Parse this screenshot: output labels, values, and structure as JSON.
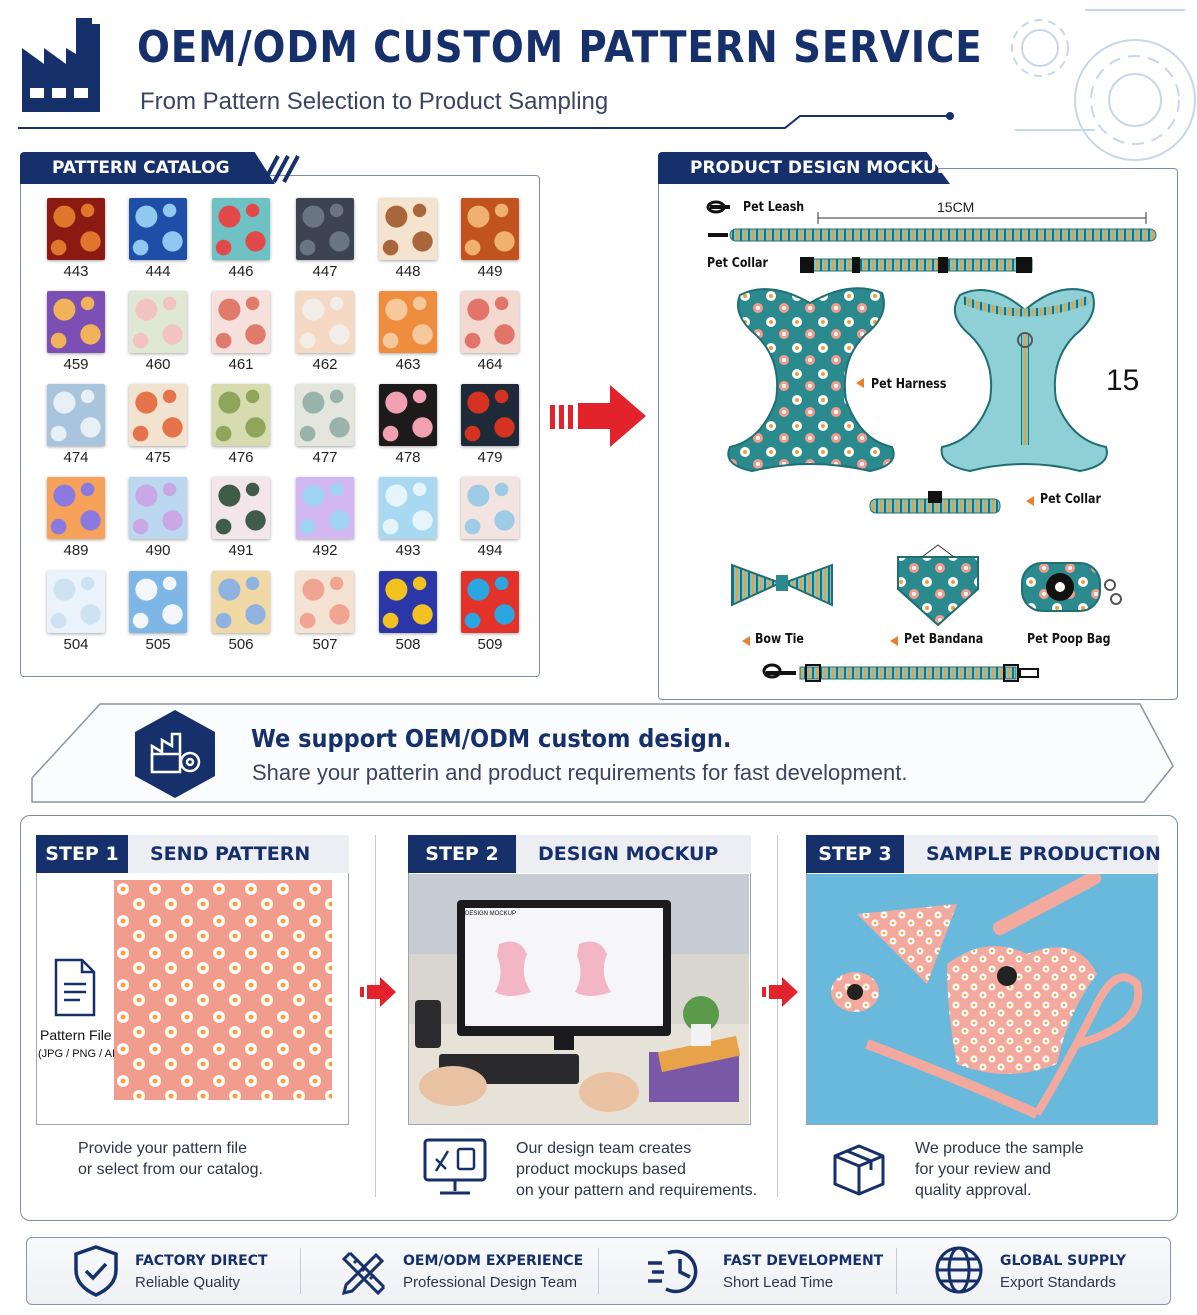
{
  "header": {
    "title": "OEM/ODM CUSTOM PATTERN SERVICE",
    "subtitle": "From Pattern Selection to Product Sampling"
  },
  "catalog": {
    "tab_label": "PATTERN CATALOG",
    "patterns": [
      {
        "id": "443",
        "colors": [
          "#8b1a12",
          "#e0762c"
        ]
      },
      {
        "id": "444",
        "colors": [
          "#1e4fa8",
          "#8fc8f0"
        ]
      },
      {
        "id": "446",
        "colors": [
          "#6fc2c4",
          "#e24a4a"
        ]
      },
      {
        "id": "447",
        "colors": [
          "#3b4450",
          "#6a7583"
        ]
      },
      {
        "id": "448",
        "colors": [
          "#f4e4cf",
          "#a8663a"
        ]
      },
      {
        "id": "449",
        "colors": [
          "#c1531f",
          "#f0b070"
        ]
      },
      {
        "id": "459",
        "colors": [
          "#7b4fb3",
          "#f0b35a"
        ]
      },
      {
        "id": "460",
        "colors": [
          "#dfe8d4",
          "#f3c2c2"
        ]
      },
      {
        "id": "461",
        "colors": [
          "#f7e1dc",
          "#e07a6a"
        ]
      },
      {
        "id": "462",
        "colors": [
          "#f6d9c4",
          "#f2ede6"
        ]
      },
      {
        "id": "463",
        "colors": [
          "#ef8d3e",
          "#f7c89c"
        ]
      },
      {
        "id": "464",
        "colors": [
          "#f3d9d0",
          "#e27569"
        ]
      },
      {
        "id": "474",
        "colors": [
          "#a9c4dd",
          "#e8f0f6"
        ]
      },
      {
        "id": "475",
        "colors": [
          "#f1e3cf",
          "#e5744a"
        ]
      },
      {
        "id": "476",
        "colors": [
          "#d7dbb0",
          "#8fa55a"
        ]
      },
      {
        "id": "477",
        "colors": [
          "#e4e6de",
          "#9ab3aa"
        ]
      },
      {
        "id": "478",
        "colors": [
          "#1d1a1c",
          "#f0a0b0"
        ]
      },
      {
        "id": "479",
        "colors": [
          "#1f2a38",
          "#d63222"
        ]
      },
      {
        "id": "489",
        "colors": [
          "#f6a25a",
          "#8a7ae0"
        ]
      },
      {
        "id": "490",
        "colors": [
          "#bcd8f0",
          "#c8a9e6"
        ]
      },
      {
        "id": "491",
        "colors": [
          "#f2e6ea",
          "#3f5b4a"
        ]
      },
      {
        "id": "492",
        "colors": [
          "#d2b7f0",
          "#9fd3f0"
        ]
      },
      {
        "id": "493",
        "colors": [
          "#a8d8f2",
          "#e6f4fb"
        ]
      },
      {
        "id": "494",
        "colors": [
          "#f3e3e1",
          "#9ecbe6"
        ]
      },
      {
        "id": "504",
        "colors": [
          "#eaf3fb",
          "#cfe2f2"
        ]
      },
      {
        "id": "505",
        "colors": [
          "#7eb7e6",
          "#f3f7fb"
        ]
      },
      {
        "id": "506",
        "colors": [
          "#f1d9a6",
          "#8fb2e0"
        ]
      },
      {
        "id": "507",
        "colors": [
          "#f4e3d2",
          "#f0a592"
        ]
      },
      {
        "id": "508",
        "colors": [
          "#2b36a8",
          "#f2c320"
        ]
      },
      {
        "id": "509",
        "colors": [
          "#e3322a",
          "#2aa6e0"
        ]
      }
    ]
  },
  "mockup": {
    "tab_label": "PRODUCT DESIGN MOCKUP",
    "leash_label": "Pet Leash",
    "length_label": "15CM",
    "collar_label_top": "Pet Collar",
    "harness_label": "Pet Harness",
    "number_15": "15",
    "collar_label": "Pet Collar",
    "bowtie_label": "Bow Tie",
    "bandana_label": "Pet Bandana",
    "poopbag_label": "Pet Poop Bag"
  },
  "banner": {
    "title": "We support OEM/ODM custom design.",
    "subtitle": "Share your patterin and product requirements for fast development."
  },
  "steps": [
    {
      "num": "STEP 1",
      "name": "SEND PATTERN",
      "file_label": "Pattern File",
      "file_formats": "(JPG / PNG / AI)",
      "desc": [
        "Provide your pattern file",
        "or select from our catalog."
      ]
    },
    {
      "num": "STEP 2",
      "name": "DESIGN MOCKUP",
      "screen_label": "DESIGN MOCKUP",
      "desc": [
        "Our design team creates",
        "product mockups based",
        "on your pattern and requirements."
      ]
    },
    {
      "num": "STEP 3",
      "name": "SAMPLE PRODUCTION",
      "desc": [
        "We produce the sample",
        "for your review and",
        "quality approval."
      ]
    }
  ],
  "features": [
    {
      "title": "FACTORY DIRECT",
      "sub": "Reliable Quality",
      "icon": "shield-check-icon"
    },
    {
      "title": "OEM/ODM EXPERIENCE",
      "sub": "Professional Design Team",
      "icon": "design-tools-icon"
    },
    {
      "title": "FAST DEVELOPMENT",
      "sub": "Short Lead Time",
      "icon": "fast-clock-icon"
    },
    {
      "title": "GLOBAL SUPPLY",
      "sub": "Export Standards",
      "icon": "globe-icon"
    }
  ],
  "colors": {
    "navy": "#16306b",
    "accent_red": "#e3232c",
    "pattern_teal": "#2a8a8e",
    "pattern_pink": "#f29c8e"
  }
}
